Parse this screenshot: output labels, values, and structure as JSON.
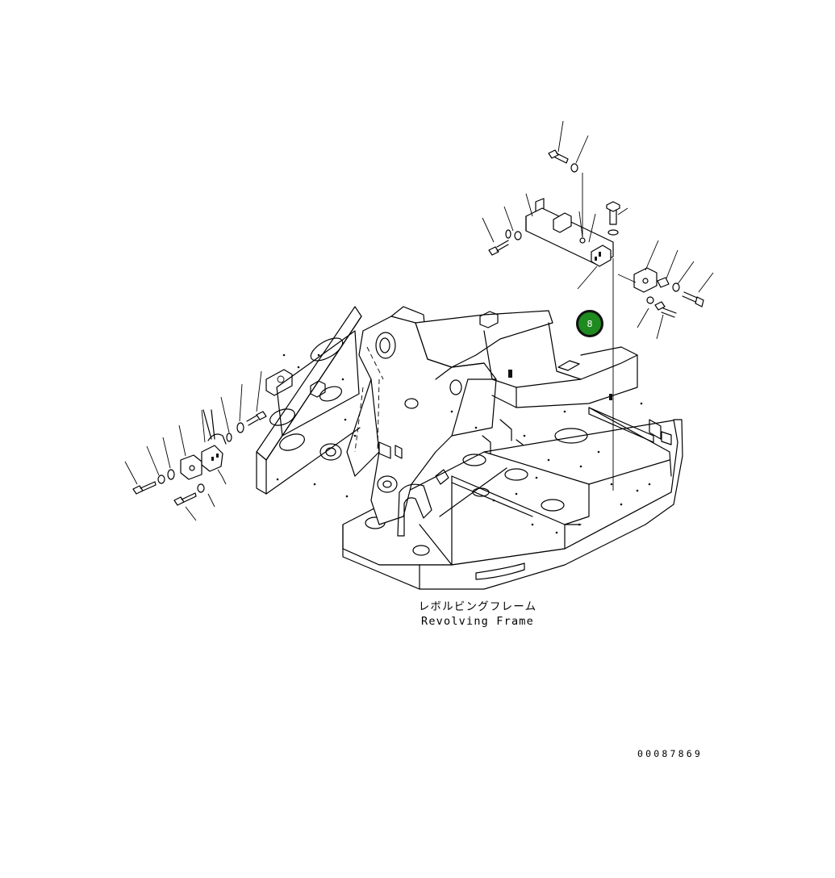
{
  "diagram": {
    "caption_jp": "レボルビングフレーム",
    "caption_en": "Revolving Frame",
    "drawing_code": "00087869",
    "marker_label": "8",
    "marker_color": "#1f8a1f"
  }
}
